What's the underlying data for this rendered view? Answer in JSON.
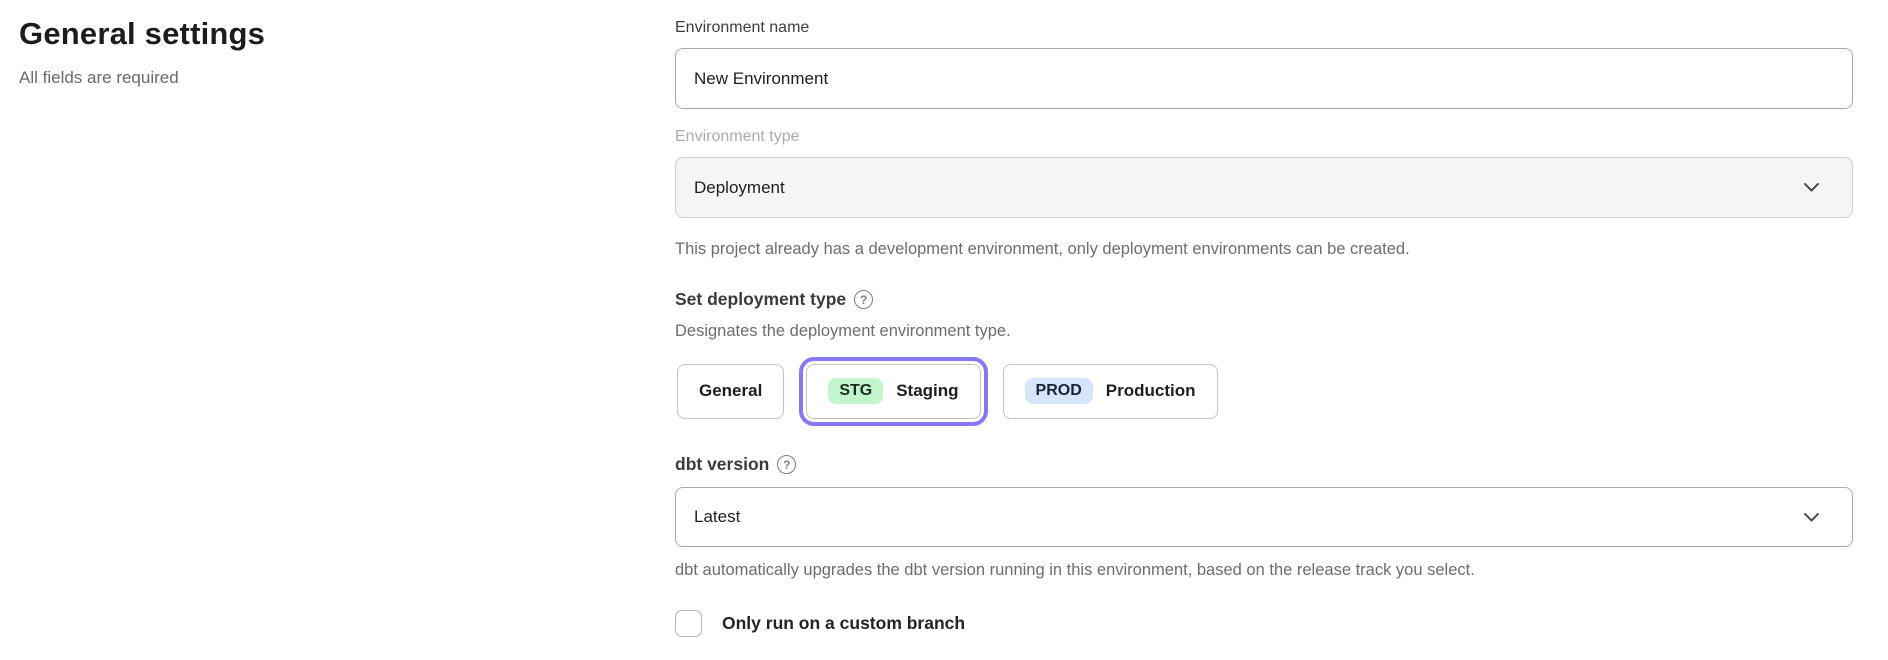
{
  "page": {
    "title": "General settings",
    "subtitle": "All fields are required"
  },
  "form": {
    "environment_name": {
      "label": "Environment name",
      "value": "New Environment"
    },
    "environment_type": {
      "label": "Environment type",
      "selected_value": "Deployment",
      "disabled": true,
      "help": "This project already has a development environment, only deployment environments can be created."
    },
    "deployment_type": {
      "heading": "Set deployment type",
      "help_icon_glyph": "?",
      "description": "Designates the deployment environment type.",
      "options": [
        {
          "label": "General",
          "badge": "",
          "selected": false
        },
        {
          "label": "Staging",
          "badge": "STG",
          "selected": true
        },
        {
          "label": "Production",
          "badge": "PROD",
          "selected": false
        }
      ]
    },
    "dbt_version": {
      "heading": "dbt version",
      "help_icon_glyph": "?",
      "selected_value": "Latest",
      "help": "dbt automatically upgrades the dbt version running in this environment, based on the release track you select."
    },
    "custom_branch": {
      "label": "Only run on a custom branch",
      "checked": false
    }
  },
  "colors": {
    "accent_purple": "#8579f2",
    "badge_green": "#c2f5cb",
    "badge_blue": "#d6e5fb",
    "disabled_bg": "#f5f5f6",
    "helper_text": "#696d72"
  }
}
